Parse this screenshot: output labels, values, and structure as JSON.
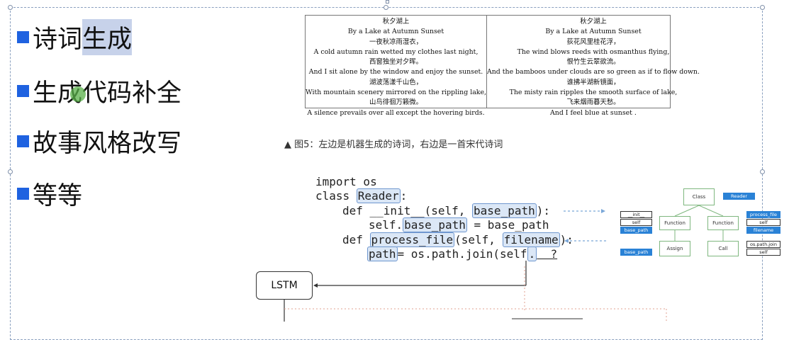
{
  "slide": {
    "bullets": [
      {
        "prefix": "诗词",
        "highlight": "生成"
      },
      {
        "text": "生成代码补全"
      },
      {
        "text": "故事风格改写"
      },
      {
        "text": "等等"
      }
    ]
  },
  "poem_figure": {
    "left": {
      "lines": [
        "秋夕湖上",
        "By a Lake at Autumn Sunset",
        "一夜秋凉雨湿衣，",
        "A cold autumn rain wetted my clothes last night,",
        "西窗独坐对夕晖。",
        "And I sit alone by the window and enjoy the sunset.",
        "湖波荡漾千山色，",
        "With mountain scenery mirrored on the rippling lake,",
        "山鸟徘徊万籁微。",
        "A silence prevails over all except the hovering birds."
      ]
    },
    "right": {
      "lines": [
        "秋夕湖上",
        "By a Lake at Autumn Sunset",
        "荻花风里桂花浮，",
        "The wind blows reeds with osmanthus flying,",
        "恨竹生云翠欲流。",
        "And the bamboos under clouds are so green as if to flow down.",
        "谁拂半湖新镜面，",
        "The misty rain ripples the smooth surface of lake,",
        "飞来烟雨暮天愁。",
        "And I feel blue at sunset ."
      ]
    },
    "caption": "▲ 图5：左边是机器生成的诗词，右边是一首宋代诗词"
  },
  "code_figure": {
    "line1": "import os",
    "line2_kw": "class ",
    "line2_box": "Reader",
    "line2_end": ":",
    "line3_kw": "def __init__(self, ",
    "line3_box": "base_path",
    "line3_end": "):",
    "line4_kw": "self.",
    "line4_box": "base_path",
    "line4_end": " = base_path",
    "line5_kw": "def ",
    "line5_box1": "process_file",
    "line5_mid": "(self, ",
    "line5_box2": "filename",
    "line5_end": "):",
    "line6_box": "path",
    "line6_mid": "= os.path.join(self",
    "line6_box2": ".",
    "line6_end": "  ?",
    "lstm_label": "LSTM"
  },
  "ast_tree": {
    "class_label": "Class",
    "reader_tag": "Reader",
    "function_label": "Function",
    "assign_label": "Assign",
    "call_label": "Call",
    "init_tag": "__init__",
    "self_tag": "self",
    "base_path_tag": "base_path",
    "process_file_tag": "process_file",
    "filename_tag": "filename",
    "ospath_tag": "os.path.join"
  },
  "colors": {
    "bullet": "#1f62e0",
    "highlight": "#c7d2ea",
    "cursor": "#58b048",
    "code_box": "#6f97cf",
    "ast_blue": "#2a82d6"
  }
}
